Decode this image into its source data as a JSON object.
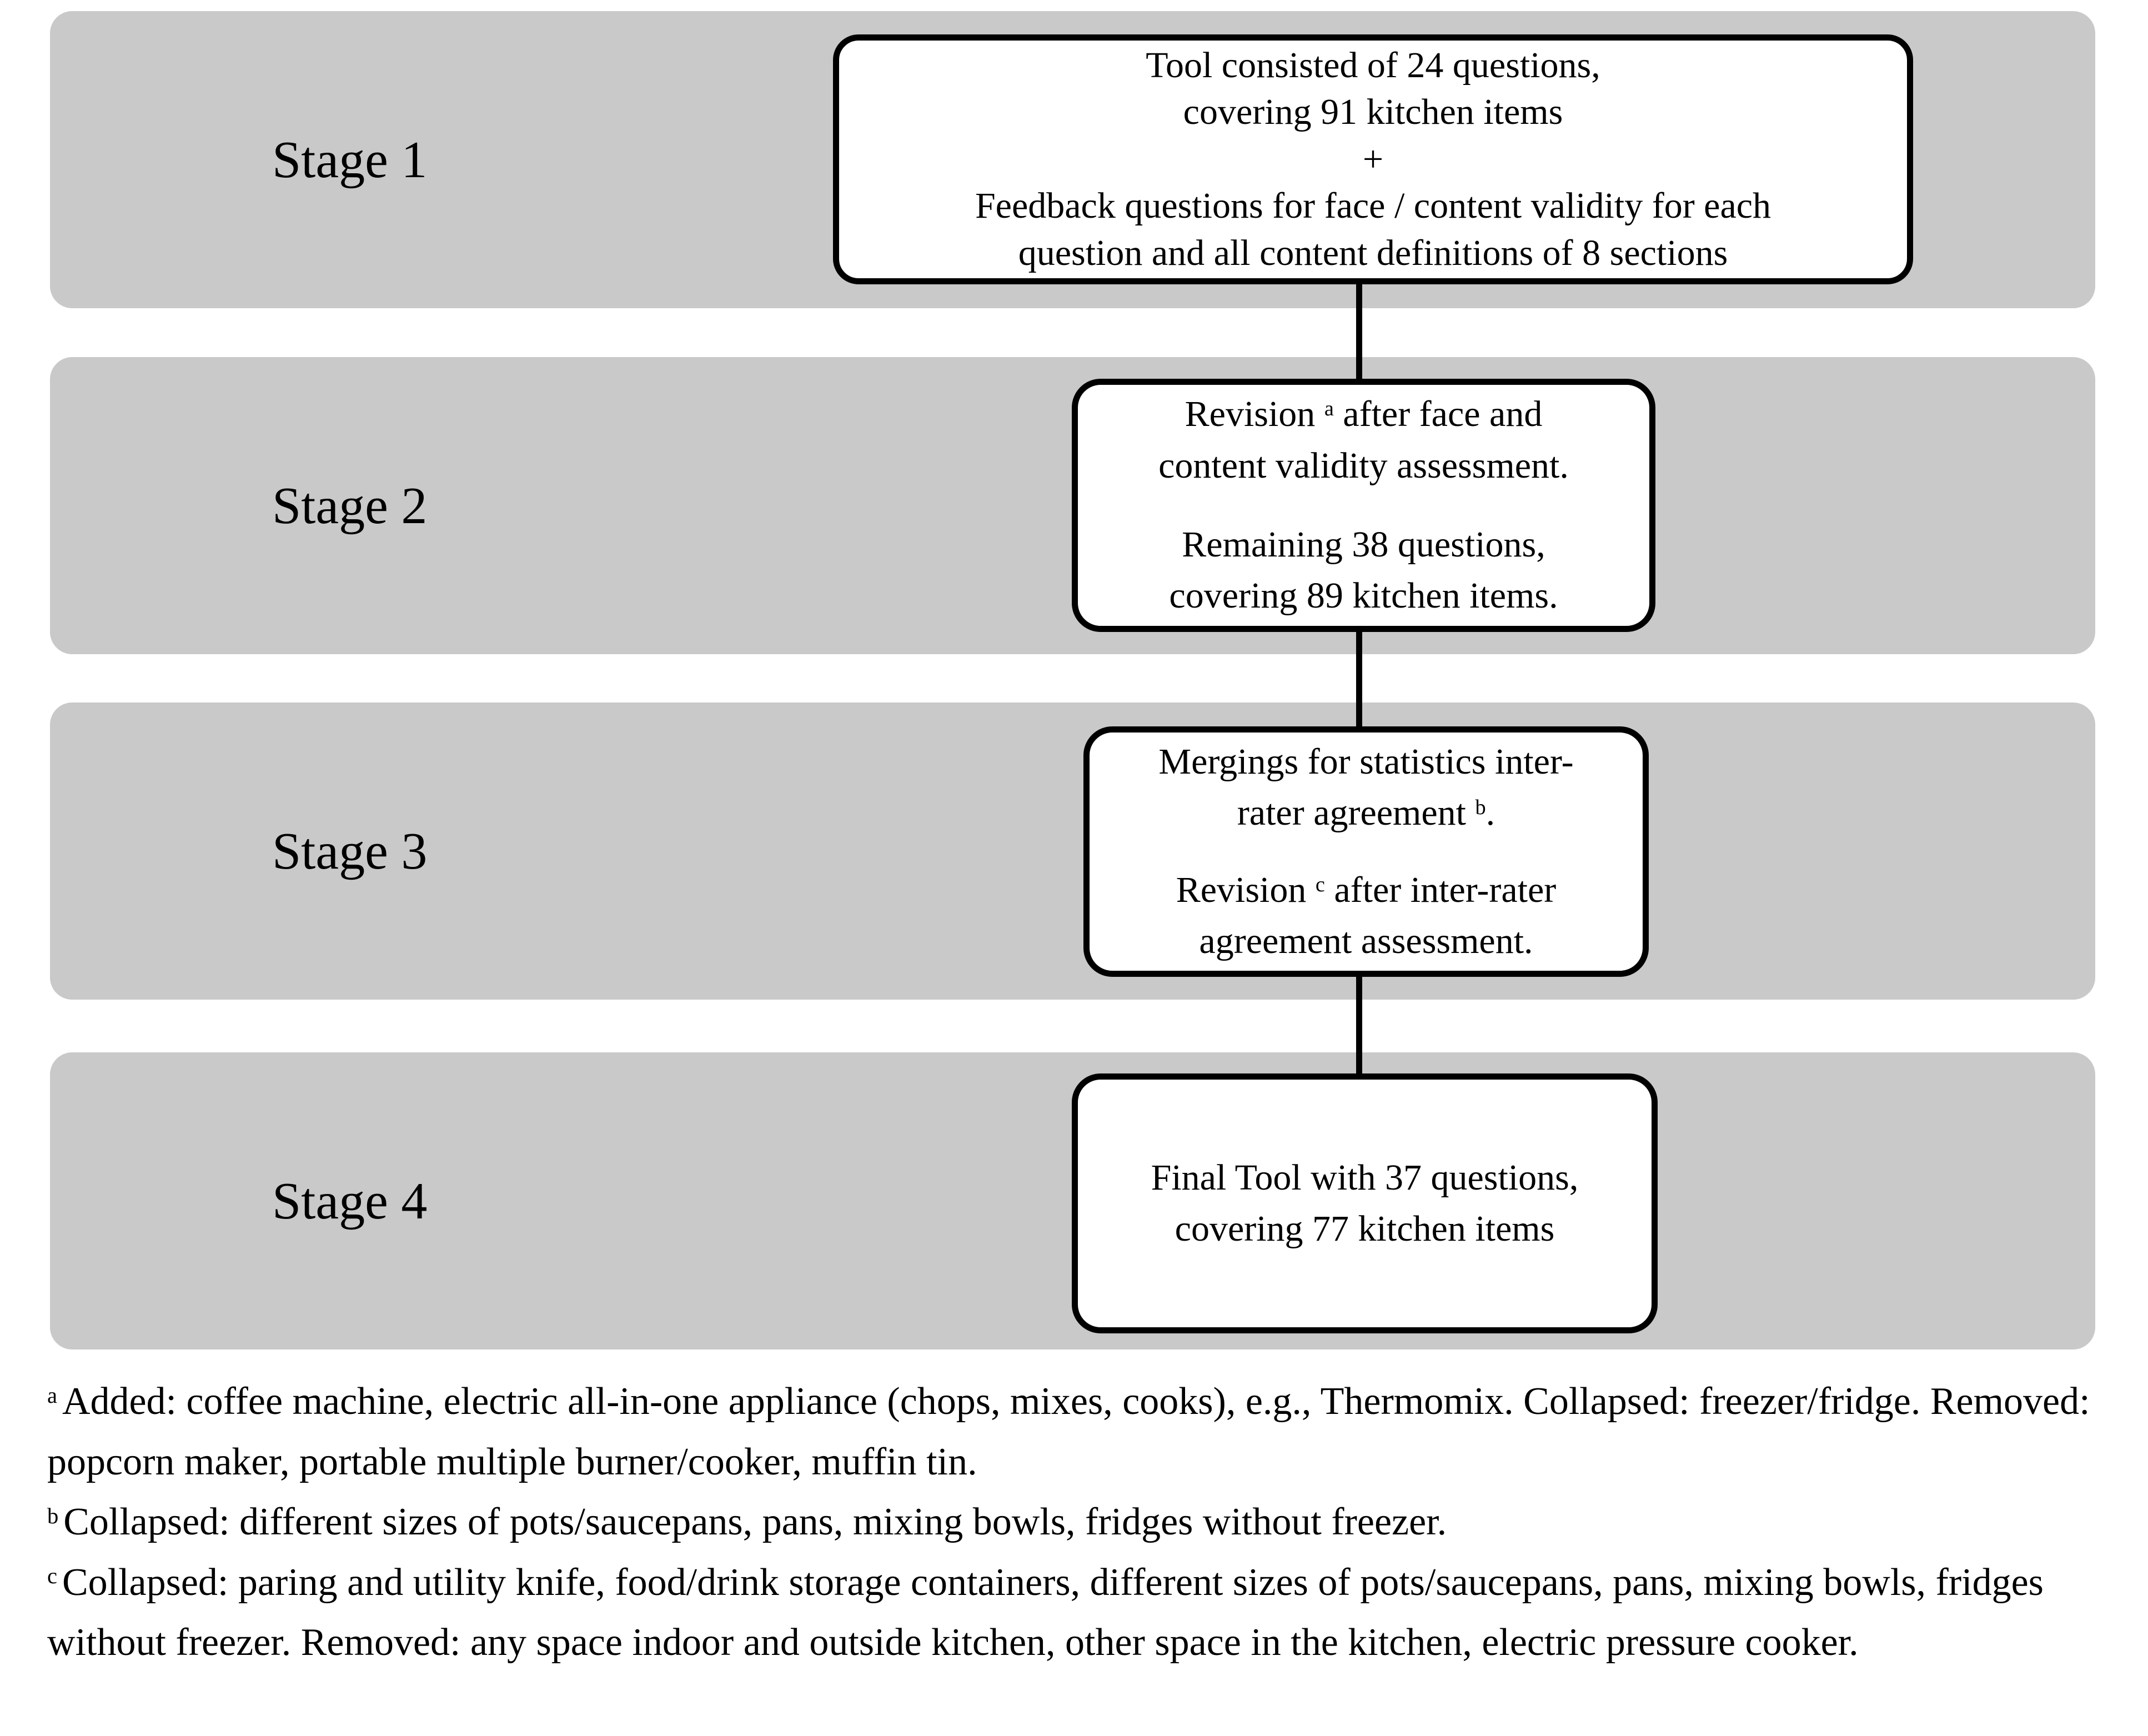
{
  "figure": {
    "colors": {
      "band": "#c9c9c9",
      "line": "#000000",
      "box_border": "#000000",
      "box_fill": "#ffffff",
      "text": "#000000"
    },
    "stages": [
      {
        "label": "Stage 1",
        "box": {
          "text": "Tool consisted of 24 questions,\ncovering 91 kitchen items\n+\nFeedback questions for face / content validity for each\nquestion and all content definitions of 8 sections"
        }
      },
      {
        "label": "Stage 2",
        "box": {
          "p1_prefix": "Revision ",
          "p1_sup": "a",
          "p1_suffix": " after face and\ncontent validity assessment.",
          "p2": "Remaining 38 questions,\ncovering 89 kitchen items."
        }
      },
      {
        "label": "Stage 3",
        "box": {
          "p1_prefix": "Mergings for statistics inter-\nrater agreement ",
          "p1_sup": "b",
          "p1_suffix": ".",
          "p2_prefix": "Revision ",
          "p2_sup": "c",
          "p2_suffix": " after inter-rater\nagreement assessment."
        }
      },
      {
        "label": "Stage 4",
        "box": {
          "text": "Final Tool with 37 questions,\ncovering 77 kitchen items"
        }
      }
    ],
    "footnotes": [
      {
        "marker": "a",
        "text": "Added: coffee machine, electric all-in-one appliance (chops, mixes, cooks), e.g., Thermomix. Collapsed: freezer/fridge. Removed: popcorn maker, portable multiple burner/cooker, muffin tin."
      },
      {
        "marker": "b",
        "text": "Collapsed: different sizes of pots/saucepans, pans, mixing bowls, fridges without freezer."
      },
      {
        "marker": "c",
        "text": "Collapsed: paring and utility knife, food/drink storage containers, different sizes of pots/saucepans, pans, mixing bowls, fridges without freezer. Removed: any space indoor and outside kitchen, other space in the kitchen, electric pressure cooker."
      }
    ]
  }
}
